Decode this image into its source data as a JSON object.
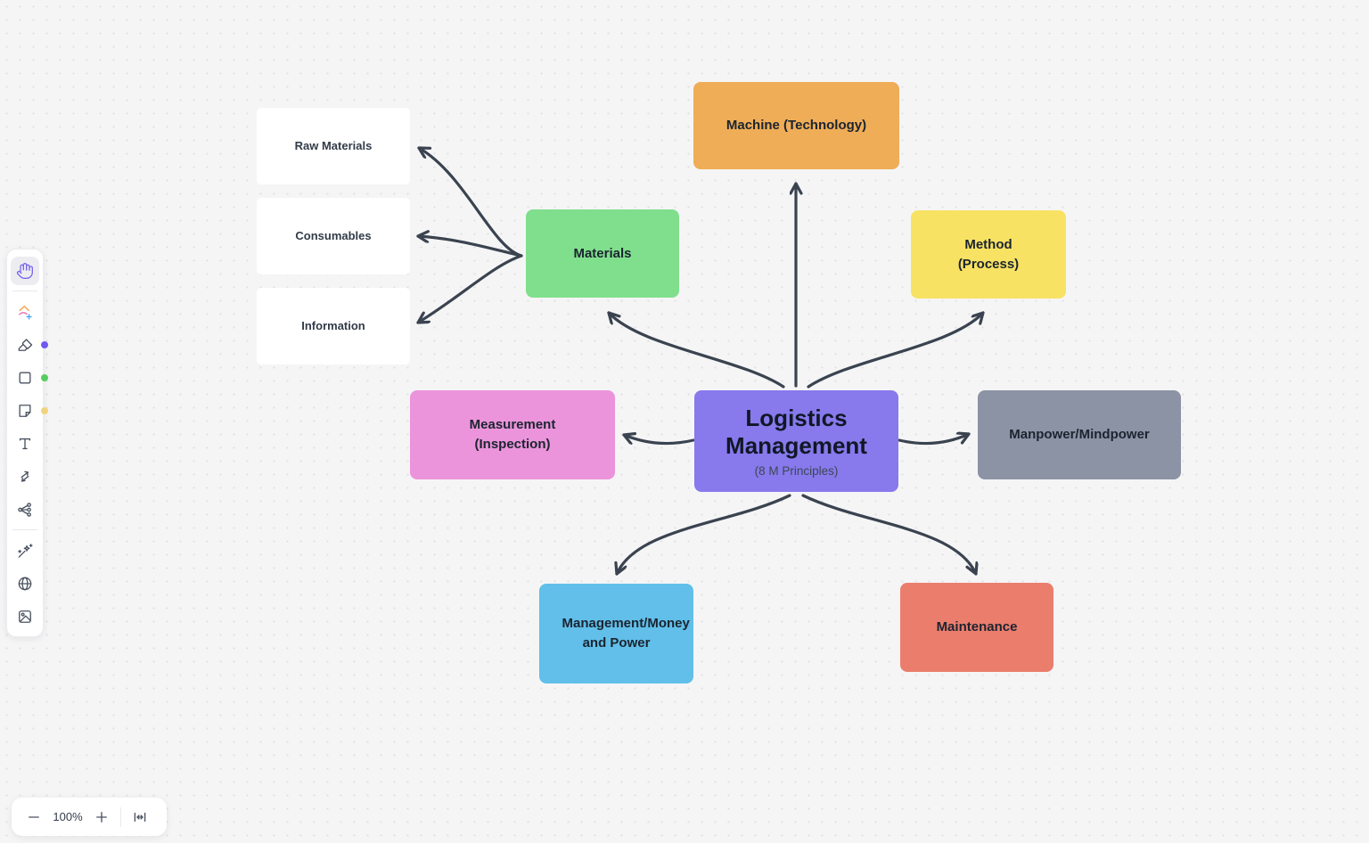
{
  "toolbar": {
    "tools": [
      {
        "name": "hand-tool",
        "selected": true
      },
      {
        "name": "templates-tool",
        "selected": false
      },
      {
        "name": "marker-tool",
        "selected": false,
        "indicator_color": "#6F5AEF"
      },
      {
        "name": "shape-tool",
        "selected": false,
        "indicator_color": "#55CD60"
      },
      {
        "name": "sticky-note-tool",
        "selected": false,
        "indicator_color": "#F0D47D"
      },
      {
        "name": "text-tool",
        "selected": false
      },
      {
        "name": "connector-tool",
        "selected": false
      },
      {
        "name": "mind-map-tool",
        "selected": false
      },
      {
        "name": "ai-magic-tool",
        "selected": false
      },
      {
        "name": "web-tool",
        "selected": false
      },
      {
        "name": "image-tool",
        "selected": false
      }
    ]
  },
  "zoom_controls": {
    "level": "100%"
  },
  "diagram": {
    "arrow_color": "#3A434F",
    "center": {
      "title": "Logistics Management",
      "subtitle": "(8 M Principles)",
      "color": "#8879EC"
    },
    "nodes": [
      {
        "label": "Raw Materials",
        "color": "#FFFFFF"
      },
      {
        "label": "Consumables",
        "color": "#FFFFFF"
      },
      {
        "label": "Information",
        "color": "#FFFFFF"
      },
      {
        "label": "Materials",
        "color": "#80DF8D"
      },
      {
        "label": "Machine (Technology)",
        "color": "#EFAD57"
      },
      {
        "label": "Method (Process)",
        "color": "#F8E263"
      },
      {
        "label": "Measurement (Inspection)",
        "color": "#EC94DB"
      },
      {
        "label": "Manpower/Mindpower",
        "color": "#8C93A4"
      },
      {
        "label": "Management/Money and Power",
        "color": "#61BFE9"
      },
      {
        "label": "Maintenance",
        "color": "#EB7D6D"
      }
    ],
    "connections": [
      {
        "from": "Logistics Management",
        "to": "Machine (Technology)"
      },
      {
        "from": "Logistics Management",
        "to": "Materials"
      },
      {
        "from": "Logistics Management",
        "to": "Method (Process)"
      },
      {
        "from": "Logistics Management",
        "to": "Measurement (Inspection)"
      },
      {
        "from": "Logistics Management",
        "to": "Manpower/Mindpower"
      },
      {
        "from": "Logistics Management",
        "to": "Management/Money and Power"
      },
      {
        "from": "Logistics Management",
        "to": "Maintenance"
      },
      {
        "from": "Materials",
        "to": "Raw Materials"
      },
      {
        "from": "Materials",
        "to": "Consumables"
      },
      {
        "from": "Materials",
        "to": "Information"
      }
    ]
  }
}
